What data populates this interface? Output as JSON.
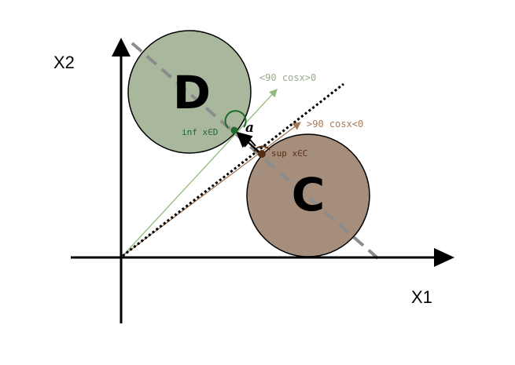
{
  "axes": {
    "x_label": "X1",
    "y_label": "X2"
  },
  "circles": [
    {
      "letter": "D",
      "fill": "#a9b79d"
    },
    {
      "letter": "C",
      "fill": "#a58e7b"
    }
  ],
  "points": {
    "inf_label": "inf x∈D",
    "sup_label": "sup x∈C"
  },
  "vectors": {
    "green_label": "<90 cosx>0",
    "brown_label": ">90 cosx<0"
  },
  "alpha_symbol": "a",
  "colors": {
    "green_vector": "#92bb7c",
    "brown_vector": "#a57a5a",
    "green_text": "#9aab8e",
    "brown_text": "#a57a5a",
    "inf_point": "#1d6b2a",
    "sup_point": "#5a2e12",
    "dashed_line": "#8c8c8c",
    "boundary": "#000000"
  }
}
